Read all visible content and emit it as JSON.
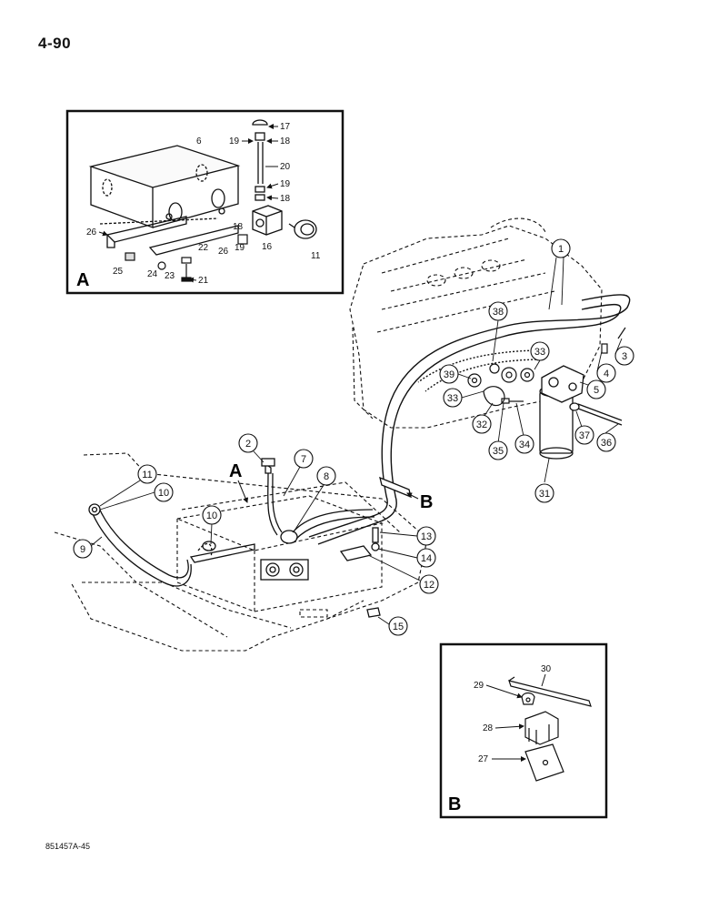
{
  "page_number": "4-90",
  "reference_code": "851457A-45",
  "inset_a": {
    "label": "A",
    "callouts": [
      "6",
      "17",
      "19",
      "18",
      "20",
      "19",
      "18",
      "18",
      "26",
      "16",
      "19",
      "22",
      "26",
      "11",
      "25",
      "24",
      "23",
      "21"
    ]
  },
  "inset_b": {
    "label": "B",
    "callouts": [
      "30",
      "29",
      "28",
      "27"
    ]
  },
  "main": {
    "view_letters": [
      "A",
      "B"
    ],
    "circled_callouts": [
      "1",
      "38",
      "33",
      "39",
      "33",
      "3",
      "4",
      "5",
      "32",
      "35",
      "34",
      "37",
      "36",
      "31",
      "2",
      "7",
      "8",
      "11",
      "10",
      "10",
      "9",
      "13",
      "14",
      "12",
      "15"
    ]
  }
}
